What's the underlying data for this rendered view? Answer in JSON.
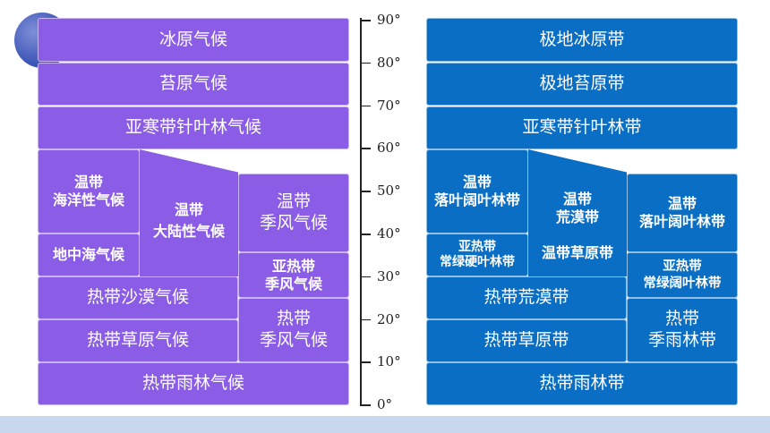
{
  "climate": {
    "ice_cap": "冰原气候",
    "tundra": "苔原气候",
    "subarctic": "亚寒带针叶林气候",
    "temperate_marine": [
      "温带",
      "海洋性气候"
    ],
    "temperate_continental": [
      "温带",
      "大陆性气候"
    ],
    "temperate_monsoon": [
      "温带",
      "季风气候"
    ],
    "mediterranean": "地中海气候",
    "subtropical_monsoon": [
      "亚热带",
      "季风气候"
    ],
    "tropical_desert": "热带沙漠气候",
    "tropical_monsoon": [
      "热带",
      "季风气候"
    ],
    "tropical_savanna": "热带草原气候",
    "tropical_rainforest": "热带雨林气候"
  },
  "vegetation": {
    "polar_ice": "极地冰原带",
    "polar_tundra": "极地苔原带",
    "subarctic_forest": "亚寒带针叶林带",
    "temperate_deciduous_left": [
      "温带",
      "落叶阔叶林带"
    ],
    "temperate_desert": [
      "温带",
      "荒漠带"
    ],
    "temperate_grassland": "温带草原带",
    "temperate_deciduous_right": [
      "温带",
      "落叶阔叶林带"
    ],
    "subtropical_hard_leaf": [
      "亚热带",
      "常绿硬叶林带"
    ],
    "subtropical_evergreen": [
      "亚热带",
      "常绿阔叶林带"
    ],
    "tropical_desert": "热带荒漠带",
    "tropical_monsoon_forest": [
      "热带",
      "季雨林带"
    ],
    "tropical_savanna": "热带草原带",
    "tropical_rainforest": "热带雨林带"
  },
  "axis": {
    "ticks": [
      "90°",
      "80°",
      "70°",
      "60°",
      "50°",
      "40°",
      "30°",
      "20°",
      "10°",
      "0°"
    ]
  },
  "colors": {
    "climate_fill": "#8b5ce6",
    "vegetation_fill": "#0a6fc4",
    "footer": "#c9d7ee"
  }
}
